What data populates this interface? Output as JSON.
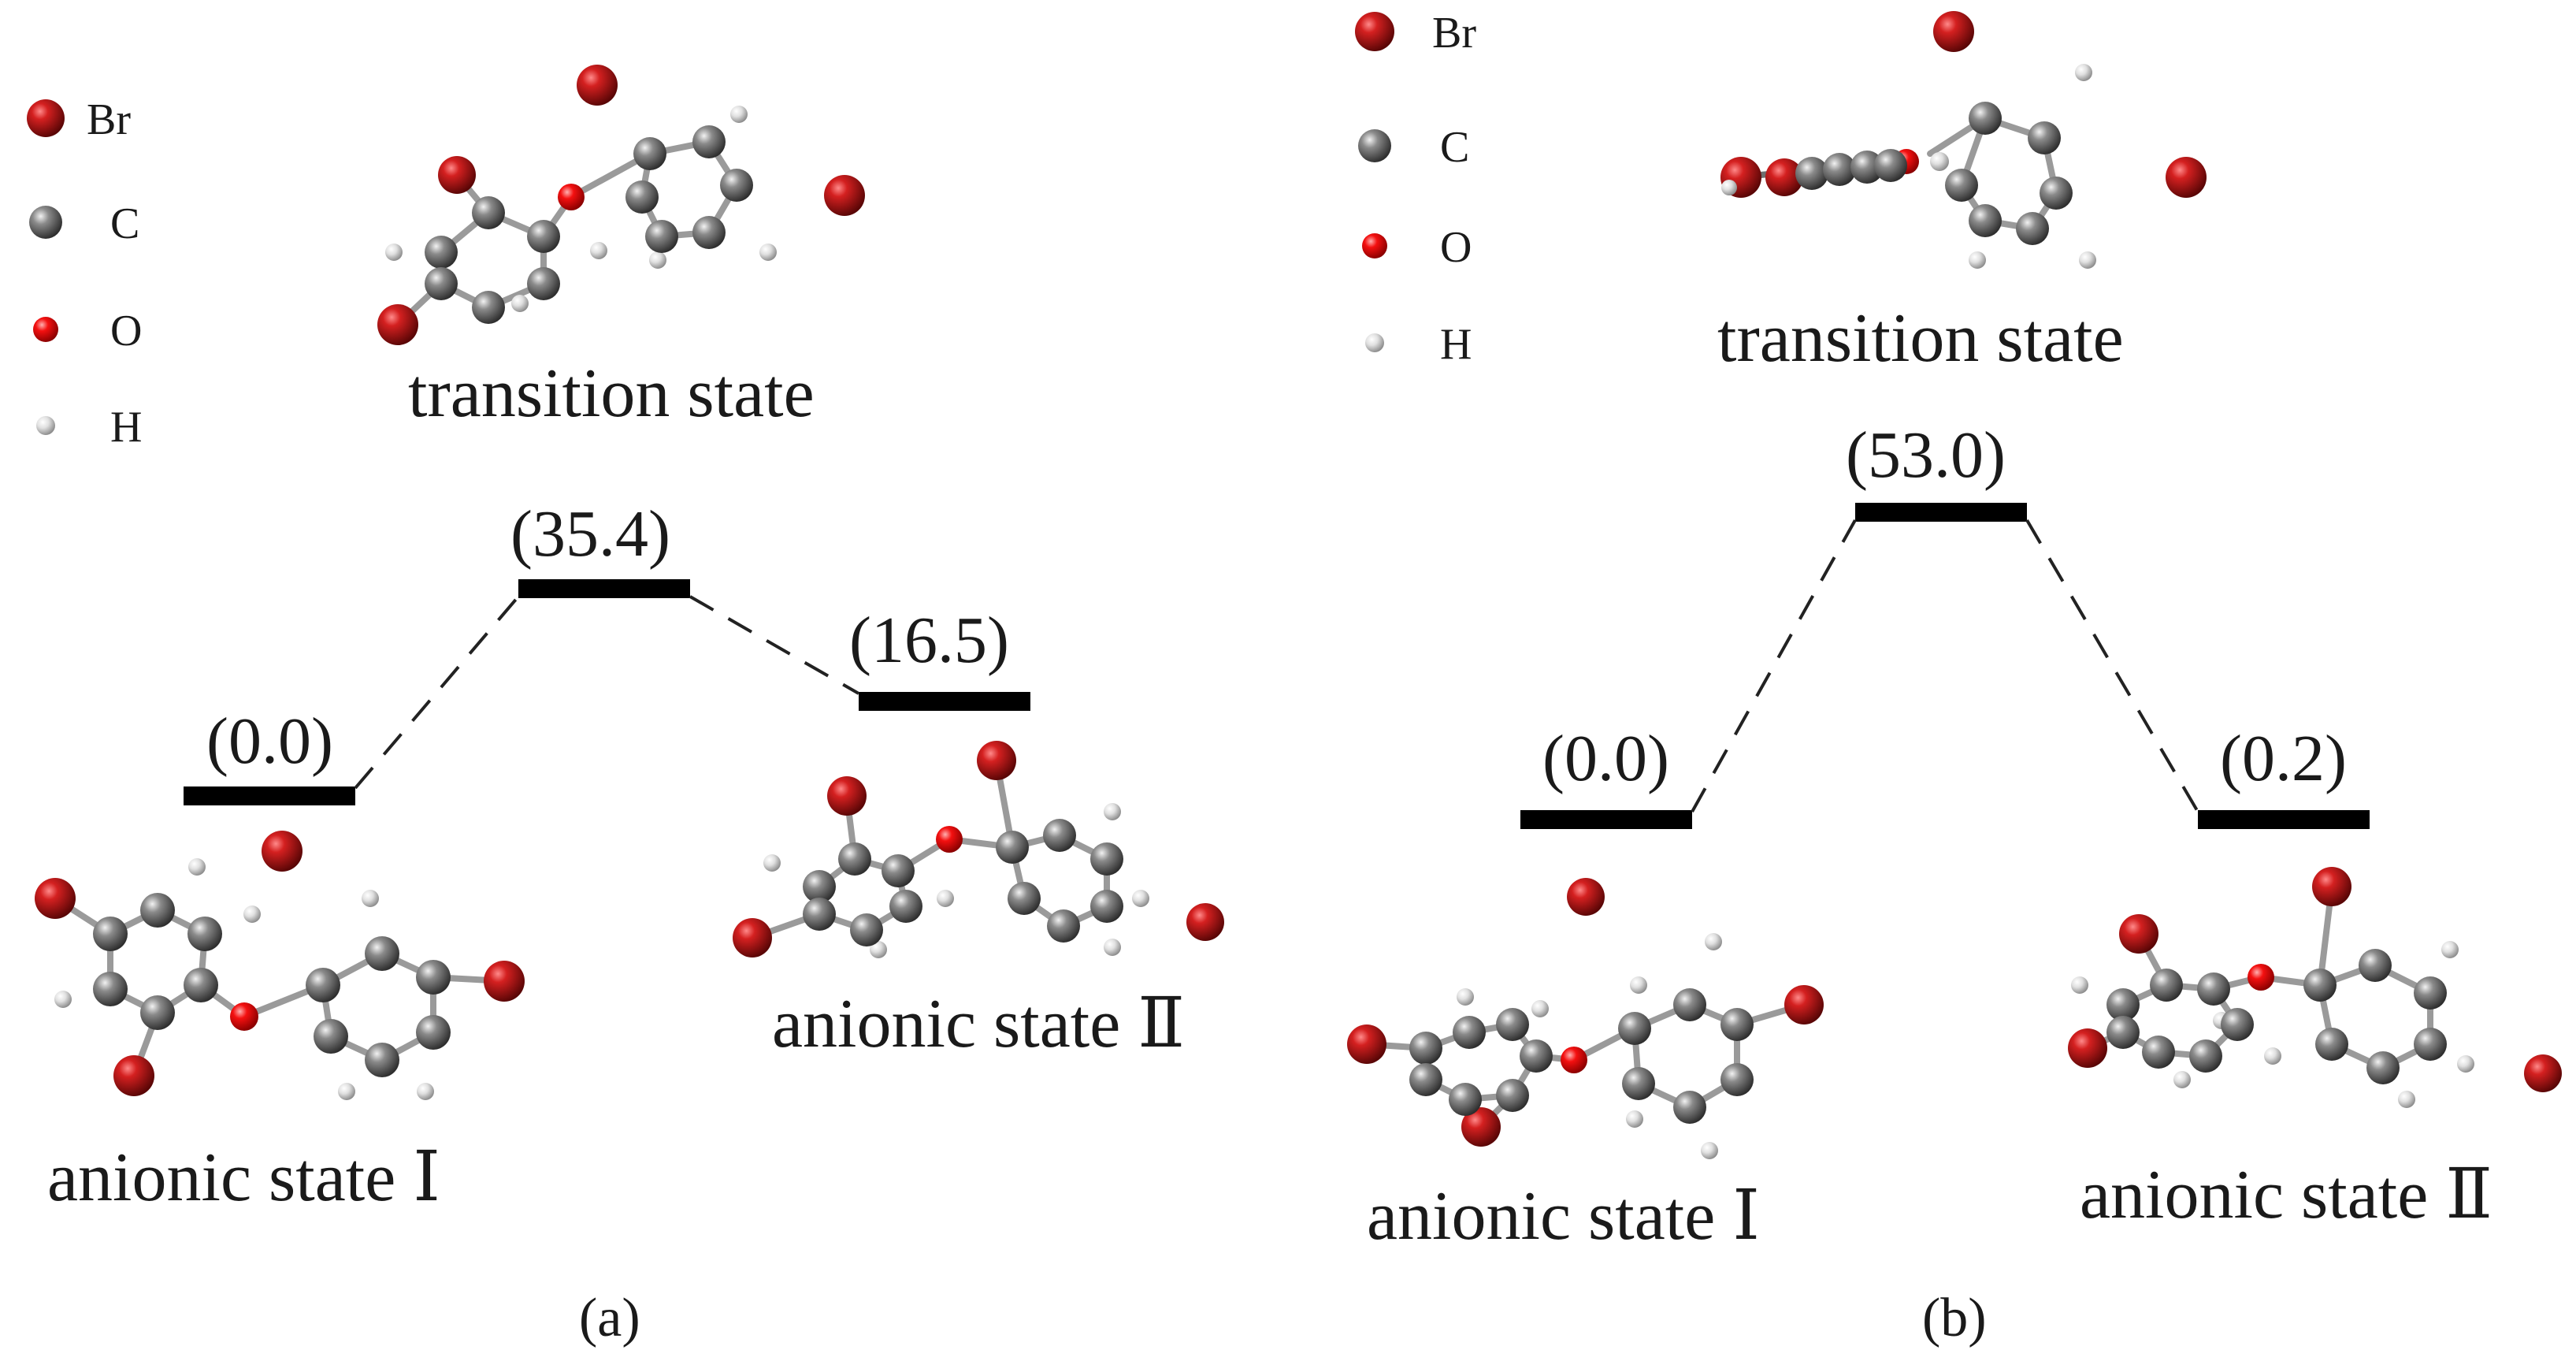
{
  "legend": {
    "items": [
      {
        "symbol": "Br",
        "color": "#b01515"
      },
      {
        "symbol": "C",
        "color": "#7c7c7c"
      },
      {
        "symbol": "O",
        "color": "#ee1111"
      },
      {
        "symbol": "H",
        "color": "#dddddd"
      }
    ]
  },
  "panels": [
    {
      "caption": "(a)",
      "transition_label": "transition state",
      "states": [
        {
          "label": "anionic state Ⅰ",
          "energy": "(0.0)"
        },
        {
          "label": "transition state",
          "energy": "(35.4)"
        },
        {
          "label": "anionic state Ⅱ",
          "energy": "(16.5)"
        }
      ]
    },
    {
      "caption": "(b)",
      "transition_label": "transition state",
      "states": [
        {
          "label": "anionic state Ⅰ",
          "energy": "(0.0)"
        },
        {
          "label": "transition state",
          "energy": "(53.0)"
        },
        {
          "label": "anionic state Ⅱ",
          "energy": "(0.2)"
        }
      ]
    }
  ]
}
